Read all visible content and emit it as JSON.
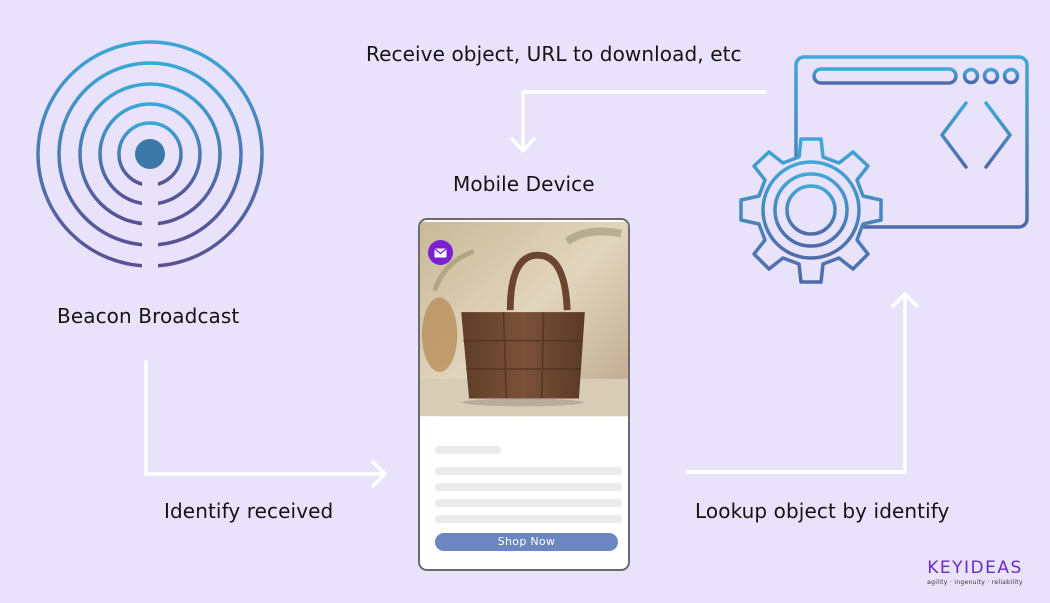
{
  "labels": {
    "top": "Receive object, URL to download, etc",
    "mobile": "Mobile Device",
    "beacon": "Beacon Broadcast",
    "identify": "Identify received",
    "lookup": "Lookup object by identify"
  },
  "phone": {
    "shop_button": "Shop Now"
  },
  "logo": {
    "name": "KEYIDEAS",
    "tagline": "agility · ingenuity · reliability"
  },
  "colors": {
    "background": "#e8e2fa",
    "icon_gradient_top": "#3aa7d6",
    "icon_gradient_bottom": "#5a4f92",
    "beacon_dot": "#3c78a8",
    "arrow": "#ffffff",
    "badge": "#7b1fd2",
    "button": "#6b86c0",
    "logo": "#6a2bc3"
  }
}
